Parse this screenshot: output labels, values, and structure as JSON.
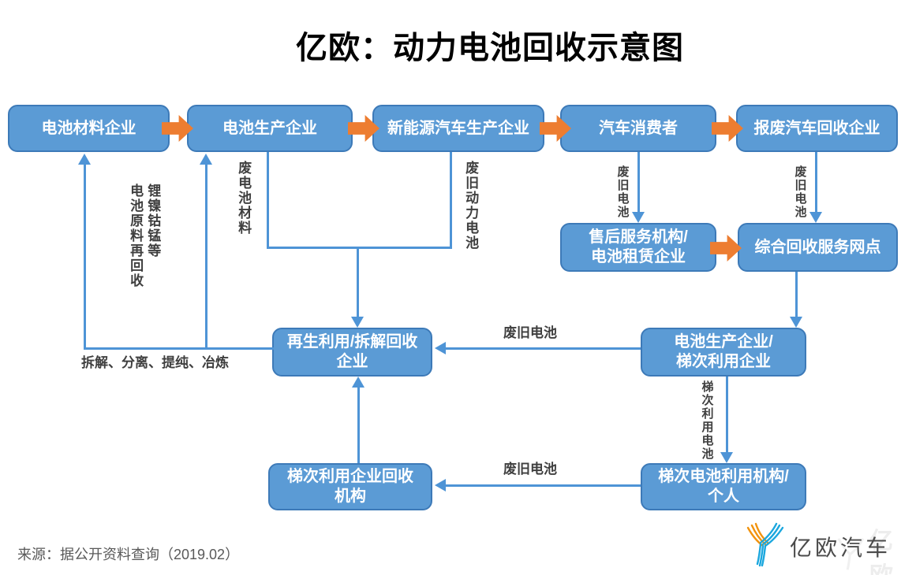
{
  "title": "亿欧：动力电池回收示意图",
  "source_note": "来源：据公开资料查询（2019.02）",
  "logo": {
    "text": "亿欧汽车",
    "watermark_text": "亿欧"
  },
  "colors": {
    "box_fill": "#5B9BD5",
    "box_border": "#3D7AB8",
    "flow_arrow_orange": "#ED7D31",
    "connector_blue": "#4E94D6",
    "label_text": "#3F3F3F",
    "source_text": "#595959"
  },
  "boxes": {
    "battery_material": "电池材料企业",
    "battery_producer": "电池生产企业",
    "nev_producer": "新能源汽车生产企业",
    "car_consumer": "汽车消费者",
    "scrap_car_recycler": "报废汽车回收企业",
    "after_sales_service": "售后服务机构/\n电池租赁企业",
    "recycling_network": "综合回收服务网点",
    "regeneration_dismantling": "再生利用/拆解回收\n企业",
    "producer_echelon": "电池生产企业/\n梯次利用企业",
    "echelon_recycler_org": "梯次利用企业回收\n机构",
    "echelon_user_individual": "梯次电池利用机构/\n个人"
  },
  "labels": {
    "raw_material_recycle": "锂镍钴锰等\n电池原料再回收",
    "waste_battery_material": "废电池材料",
    "waste_power_battery": "废旧动力电池",
    "waste_battery_from_consumer": "废旧电池",
    "waste_battery_from_scrap": "废旧电池",
    "waste_battery_mid": "废旧电池",
    "waste_battery_bottom": "废旧电池",
    "echelon_use_battery": "梯次利用电池",
    "process_steps": "拆解、分离、提纯、冶炼"
  }
}
